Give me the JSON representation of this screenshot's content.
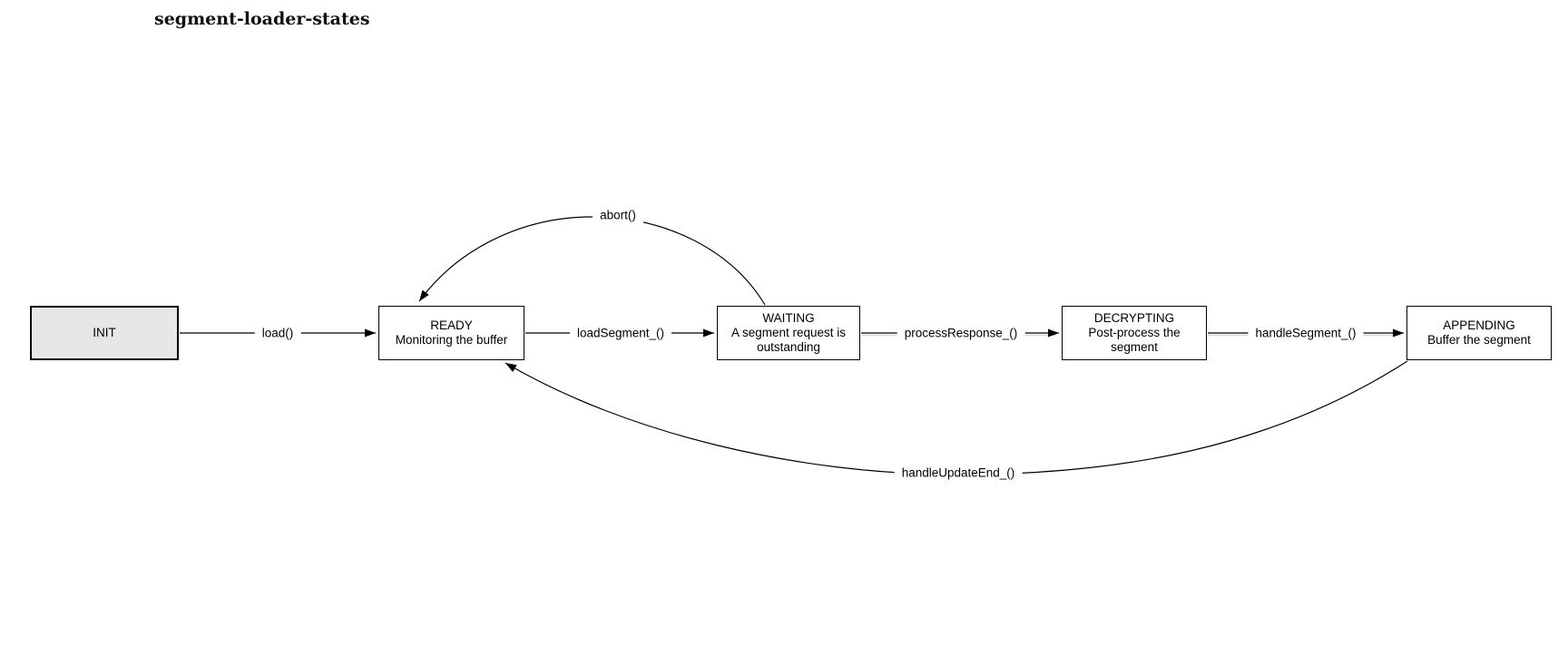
{
  "title": "segment-loader-states",
  "diagram": {
    "type": "state-diagram",
    "states": [
      {
        "name": "INIT",
        "description": ""
      },
      {
        "name": "READY",
        "description": "Monitoring the buffer"
      },
      {
        "name": "WAITING",
        "description": "A segment request is outstanding"
      },
      {
        "name": "DECRYPTING",
        "description": "Post-process the segment"
      },
      {
        "name": "APPENDING",
        "description": "Buffer the segment"
      }
    ],
    "transitions": [
      {
        "from": "INIT",
        "to": "READY",
        "label": "load()"
      },
      {
        "from": "READY",
        "to": "WAITING",
        "label": "loadSegment_()"
      },
      {
        "from": "WAITING",
        "to": "DECRYPTING",
        "label": "processResponse_()"
      },
      {
        "from": "DECRYPTING",
        "to": "APPENDING",
        "label": "handleSegment_()"
      },
      {
        "from": "WAITING",
        "to": "READY",
        "label": "abort()"
      },
      {
        "from": "APPENDING",
        "to": "READY",
        "label": "handleUpdateEnd_()"
      }
    ],
    "colors": {
      "init_fill": "#e7e7e7",
      "state_fill": "#ffffff",
      "border": "#000000",
      "edge": "#000000",
      "edge_shadow": "#d8d8d8",
      "text": "#000000"
    }
  }
}
